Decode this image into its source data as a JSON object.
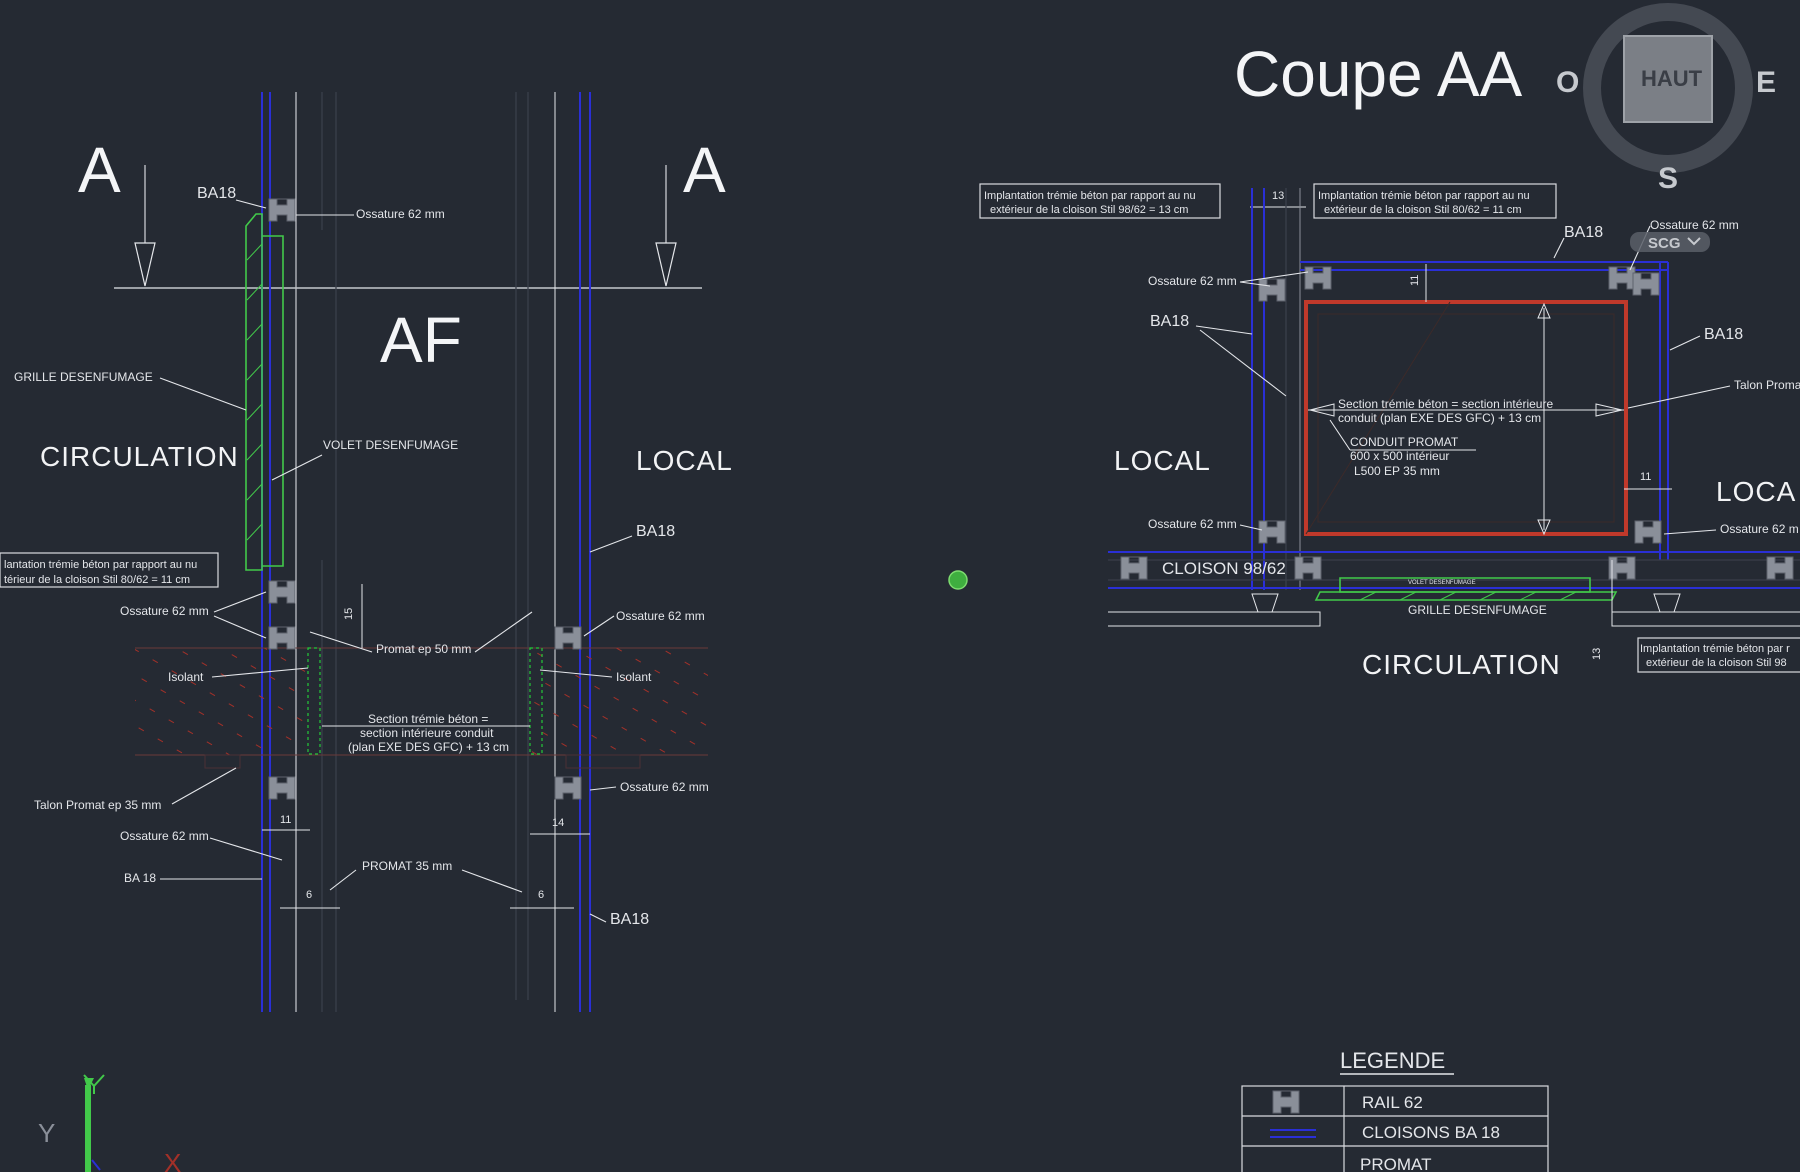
{
  "left_section": {
    "marker_left": "A",
    "marker_right": "A",
    "af": "AF",
    "circulation": "CIRCULATION",
    "local": "LOCAL",
    "ba18_top": "BA18",
    "ossature_top": "Ossature 62 mm",
    "grille": "GRILLE DESENFUMAGE",
    "volet": "VOLET DESENFUMAGE",
    "ba18_right": "BA18",
    "implantation_line1": "lantation trémie béton par rapport au nu",
    "implantation_line2": "térieur de la cloison Stil 80/62 = 11 cm",
    "ossature_left": "Ossature 62 mm",
    "ossature_right": "Ossature 62 mm",
    "promat50": "Promat ep 50 mm",
    "dim_15": "15",
    "isolant_left": "Isolant",
    "isolant_right": "Isolant",
    "section_line1": "Section trémie béton =",
    "section_line2": "section intérieure conduit",
    "section_line3": "(plan EXE DES GFC) + 13 cm",
    "ossature_low_right": "Ossature 62 mm",
    "talon": "Talon Promat ep 35 mm",
    "ossature_low_left": "Ossature 62 mm",
    "dim_11": "11",
    "dim_14": "14",
    "ba18_low": "BA 18",
    "promat35": "PROMAT   35 mm",
    "dim_6_left": "6",
    "dim_6_right": "6",
    "ba18_bottom": "BA18"
  },
  "right_section": {
    "title": "Coupe AA",
    "impl_left_line1": "Implantation trémie béton par rapport au nu",
    "impl_left_line2": "extérieur de la cloison Stil 98/62 = 13 cm",
    "dim_13_top": "13",
    "impl_right_line1": "Implantation trémie béton par rapport au nu",
    "impl_right_line2": "extérieur de la cloison Stil 80/62 = 11 cm",
    "ba18_top": "BA18",
    "ossature_top_right": "Ossature 62 mm",
    "ossature_top_left": "Ossature 62 mm",
    "dim_11_top": "11",
    "ba18_left": "BA18",
    "ba18_right": "BA18",
    "talon": "Talon Proma",
    "section_line1": "Section trémie béton = section intérieure",
    "section_line2": "conduit (plan EXE DES GFC) + 13 cm",
    "conduit_line1": "CONDUIT PROMAT",
    "conduit_line2": "600 x 500 intérieur",
    "conduit_line3": "L500   EP 35 mm",
    "local_left": "LOCAL",
    "local_right": "LOCA",
    "dim_11_right": "11",
    "ossature_low_left": "Ossature 62 mm",
    "ossature_low_right": "Ossature 62 m",
    "cloison": "CLOISON 98/62",
    "volet_small": "VOLET DESENFUMAGE",
    "grille": "GRILLE DESENFUMAGE",
    "circulation": "CIRCULATION",
    "dim_13_low": "13",
    "impl_low_line1": "Implantation trémie béton par r",
    "impl_low_line2": "extérieur de la cloison Stil 98"
  },
  "viewcube": {
    "face": "HAUT",
    "west": "O",
    "east": "E",
    "south": "S",
    "ucs_name": "SCG"
  },
  "legend": {
    "title": "LEGENDE",
    "rows": [
      "RAIL 62",
      "CLOISONS BA 18",
      "PROMAT"
    ]
  },
  "ucs": {
    "y_label": "Y",
    "x_label": "X"
  },
  "colors": {
    "background": "#252a33",
    "wall_blue": "#2a2fd6",
    "promat_green": "#42c94a",
    "duct_red": "#c0392b",
    "hatch_red": "#b5322d"
  }
}
